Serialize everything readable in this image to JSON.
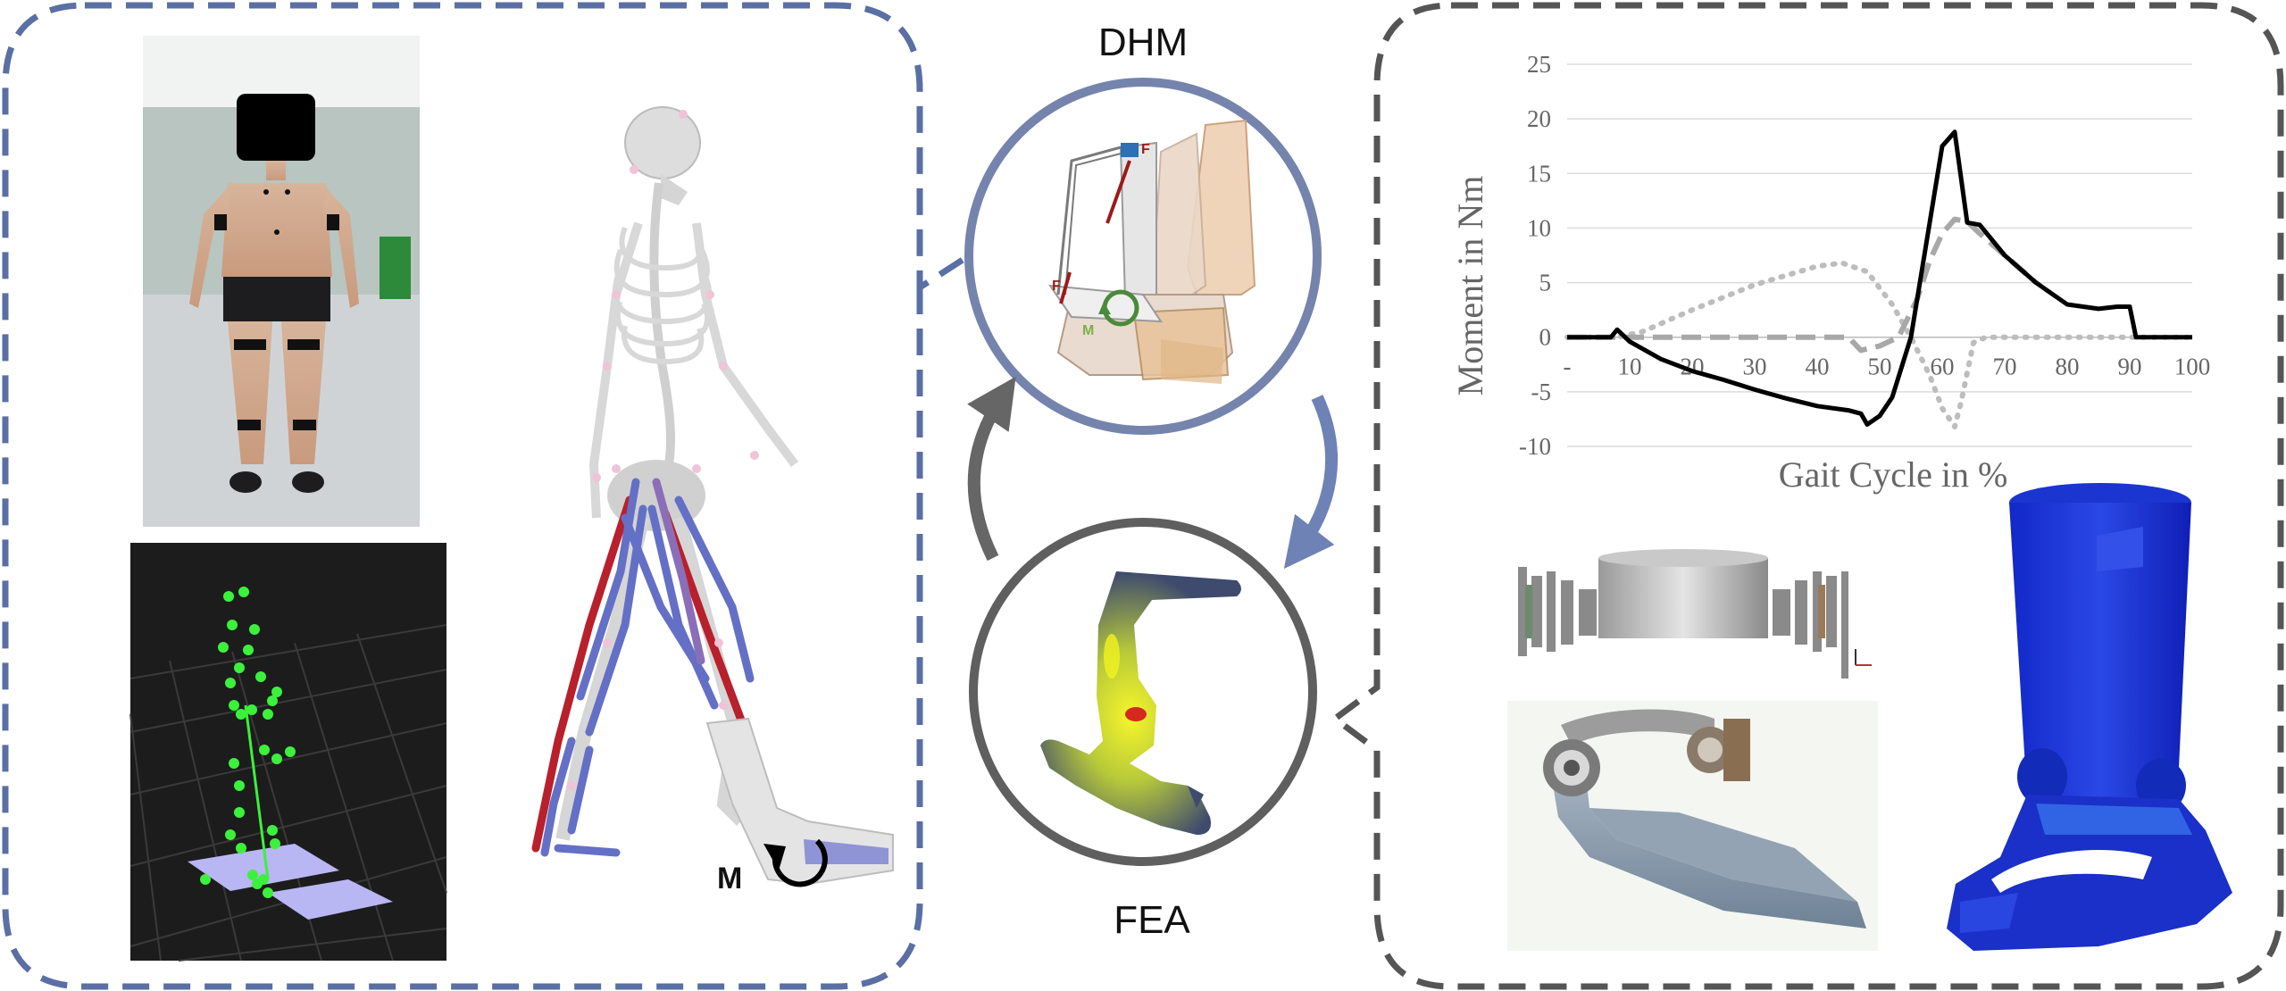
{
  "labels": {
    "dhm": "DHM",
    "fea": "FEA",
    "moment_symbol": "M",
    "force_symbol": "F"
  },
  "colors": {
    "left_frame": "#5a6fa3",
    "right_frame": "#555555",
    "dhm_circle": "#7484ad",
    "fea_circle": "#5f5f5f",
    "arrow_blue": "#6e82b6",
    "arrow_gray": "#666666",
    "marker_green": "#3cf13c",
    "muscle_red": "#b8202c",
    "muscle_blue": "#6470c6",
    "fea_body": "#3e4a6e",
    "fea_hot": "#f2f21e",
    "orthosis_blue": "#1f3ad8"
  },
  "chart_data": {
    "type": "line",
    "xlabel": "Gait Cycle in %",
    "ylabel": "Moment in Nm",
    "x_ticks": [
      "-",
      "10",
      "20",
      "30",
      "40",
      "50",
      "60",
      "70",
      "80",
      "90",
      "100"
    ],
    "y_ticks": [
      "25",
      "20",
      "15",
      "10",
      "5",
      "0",
      "-5",
      "-10"
    ],
    "xlim": [
      0,
      100
    ],
    "ylim": [
      -10,
      25
    ],
    "grid": true,
    "series": [
      {
        "style": "solid",
        "color": "#000000",
        "x": [
          0,
          7,
          8,
          10,
          15,
          20,
          25,
          30,
          35,
          40,
          45,
          47,
          48,
          50,
          52,
          55,
          58,
          60,
          62,
          64,
          66,
          70,
          75,
          80,
          85,
          88,
          90,
          91,
          93,
          100
        ],
        "y": [
          0,
          0,
          0.7,
          -0.4,
          -2.0,
          -3.1,
          -3.9,
          -4.8,
          -5.6,
          -6.3,
          -6.7,
          -7.0,
          -8.0,
          -7.2,
          -5.5,
          0,
          10.5,
          17.5,
          18.8,
          10.5,
          10.3,
          7.5,
          5.0,
          3.0,
          2.6,
          2.8,
          2.8,
          0,
          0,
          0
        ]
      },
      {
        "style": "dashed",
        "color": "#a8a8a8",
        "x": [
          0,
          8,
          10,
          20,
          30,
          40,
          45,
          47,
          50,
          53,
          56,
          58,
          60,
          62,
          64,
          66,
          70,
          75
        ],
        "y": [
          0,
          0,
          0,
          0,
          0,
          0,
          0,
          -1.2,
          -0.8,
          0,
          3.5,
          7.0,
          9.5,
          10.8,
          10.6,
          9.5,
          7.5,
          5.0
        ]
      },
      {
        "style": "dotted",
        "color": "#bdbdbd",
        "x": [
          0,
          8,
          12,
          20,
          30,
          40,
          44,
          48,
          52,
          55,
          58,
          60,
          62,
          63,
          65,
          67,
          70,
          80,
          90,
          100
        ],
        "y": [
          0,
          0,
          0.5,
          2.5,
          4.8,
          6.5,
          6.8,
          6.0,
          3.0,
          0,
          -3.5,
          -6.5,
          -8.2,
          -6.0,
          -0.5,
          0,
          0,
          0,
          0,
          0
        ]
      }
    ]
  }
}
